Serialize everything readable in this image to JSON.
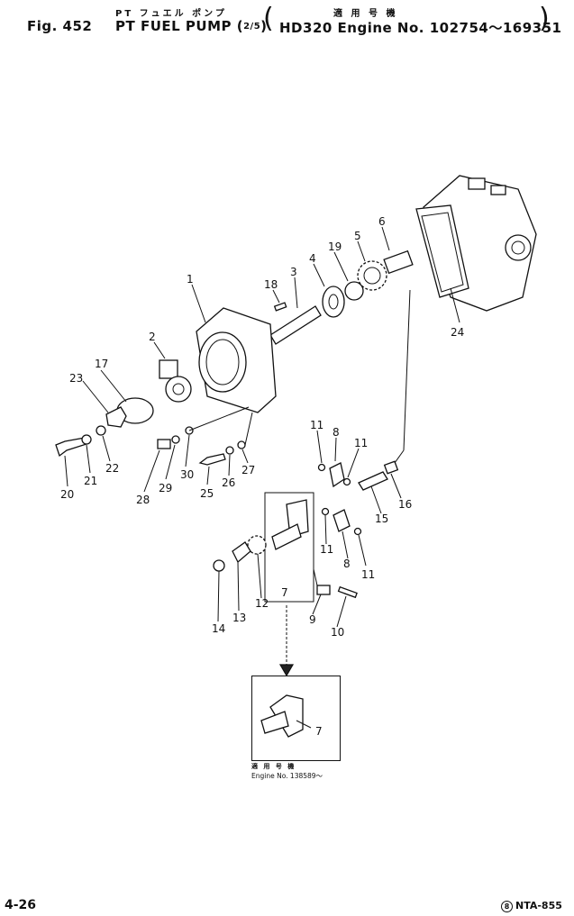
{
  "header": {
    "jp_title": "PT フュエル ポンプ",
    "fig_label": "Fig. 452",
    "title": "PT FUEL PUMP",
    "title_fraction": "2/5",
    "jp_applicability": "適 用 号 機",
    "applicability": "HD320 Engine No. 102754～169351"
  },
  "callouts": [
    "1",
    "2",
    "3",
    "4",
    "5",
    "6",
    "7",
    "8",
    "9",
    "10",
    "11",
    "12",
    "13",
    "14",
    "15",
    "16",
    "17",
    "18",
    "19",
    "20",
    "21",
    "22",
    "23",
    "24",
    "25",
    "26",
    "27",
    "28",
    "29",
    "30"
  ],
  "callout_labels": {
    "l1": "1",
    "l2": "2",
    "l3": "3",
    "l4": "4",
    "l5": "5",
    "l6": "6",
    "l7": "7",
    "l7b": "7",
    "l8": "8",
    "l8b": "8",
    "l9": "9",
    "l10": "10",
    "l11a": "11",
    "l11b": "11",
    "l11c": "11",
    "l11d": "11",
    "l12": "12",
    "l13": "13",
    "l14": "14",
    "l15": "15",
    "l16": "16",
    "l17": "17",
    "l18": "18",
    "l19": "19",
    "l20": "20",
    "l21": "21",
    "l22": "22",
    "l23": "23",
    "l24": "24",
    "l25": "25",
    "l26": "26",
    "l27": "27",
    "l28": "28",
    "l29": "29",
    "l30": "30"
  },
  "inset": {
    "jp_applicability": "適 用 号 機",
    "engine_no": "Engine No. 138589～"
  },
  "footer": {
    "page_number": "4-26",
    "doc_mark": "8",
    "doc_code": "NTA-855"
  }
}
